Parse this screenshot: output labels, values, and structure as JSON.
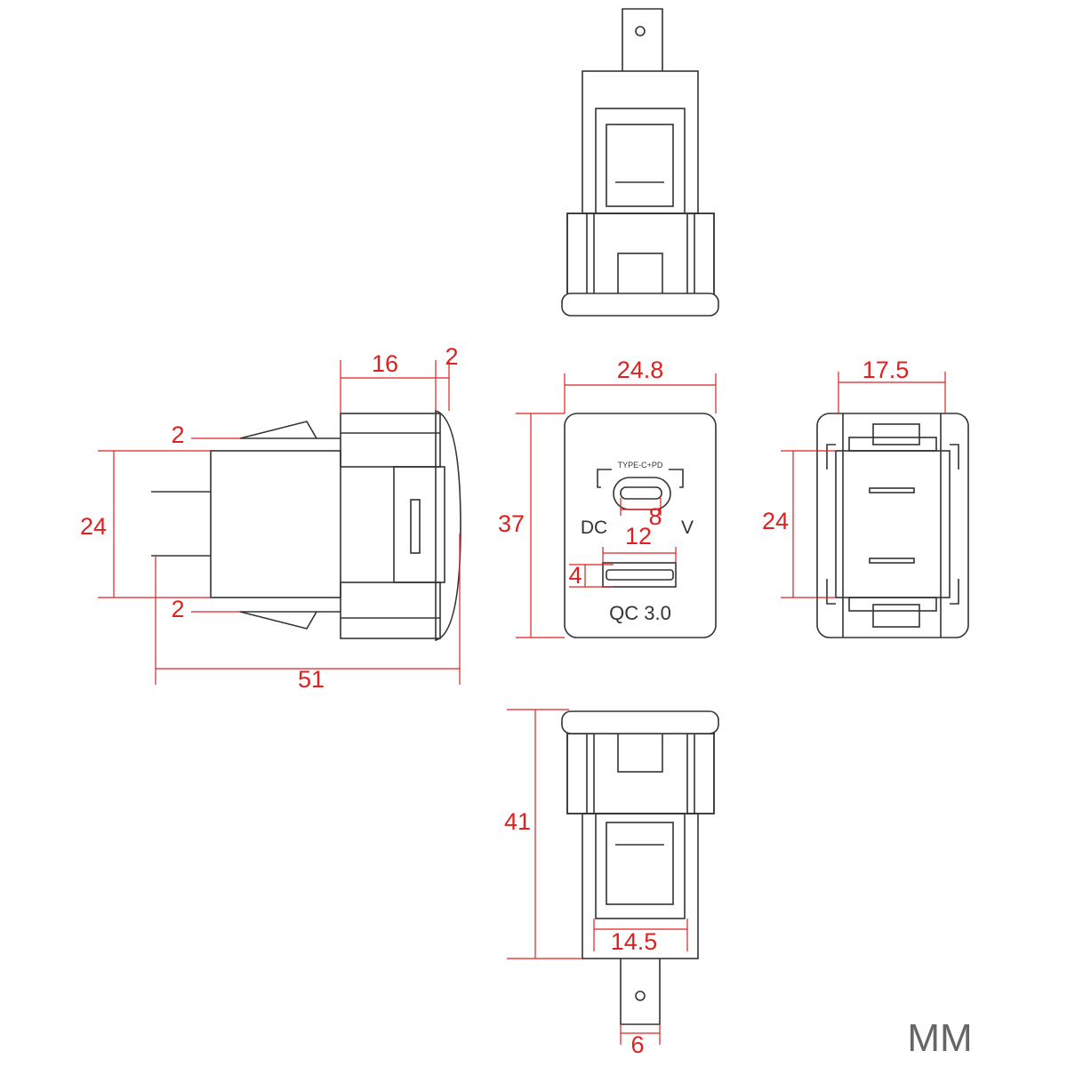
{
  "unit_label": "MM",
  "dimensions": {
    "side_top_block_width": "16",
    "side_flange_thickness": "2",
    "side_top_offset": "2",
    "side_bottom_offset": "2",
    "side_body_height": "24",
    "side_total_length": "51",
    "front_width": "24.8",
    "front_height": "37",
    "typec_width": "8",
    "usb_a_width": "12",
    "usb_a_height": "4",
    "back_width": "17.5",
    "back_body_height": "24",
    "bottom_total_height": "41",
    "bottom_body_width": "14.5",
    "tab_width": "6"
  },
  "panel_labels": {
    "typec": "TYPE-C+PD",
    "left": "DC",
    "right": "V",
    "usb_a": "QC 3.0"
  },
  "colors": {
    "dimension": "#e02020",
    "outline": "#333333"
  }
}
